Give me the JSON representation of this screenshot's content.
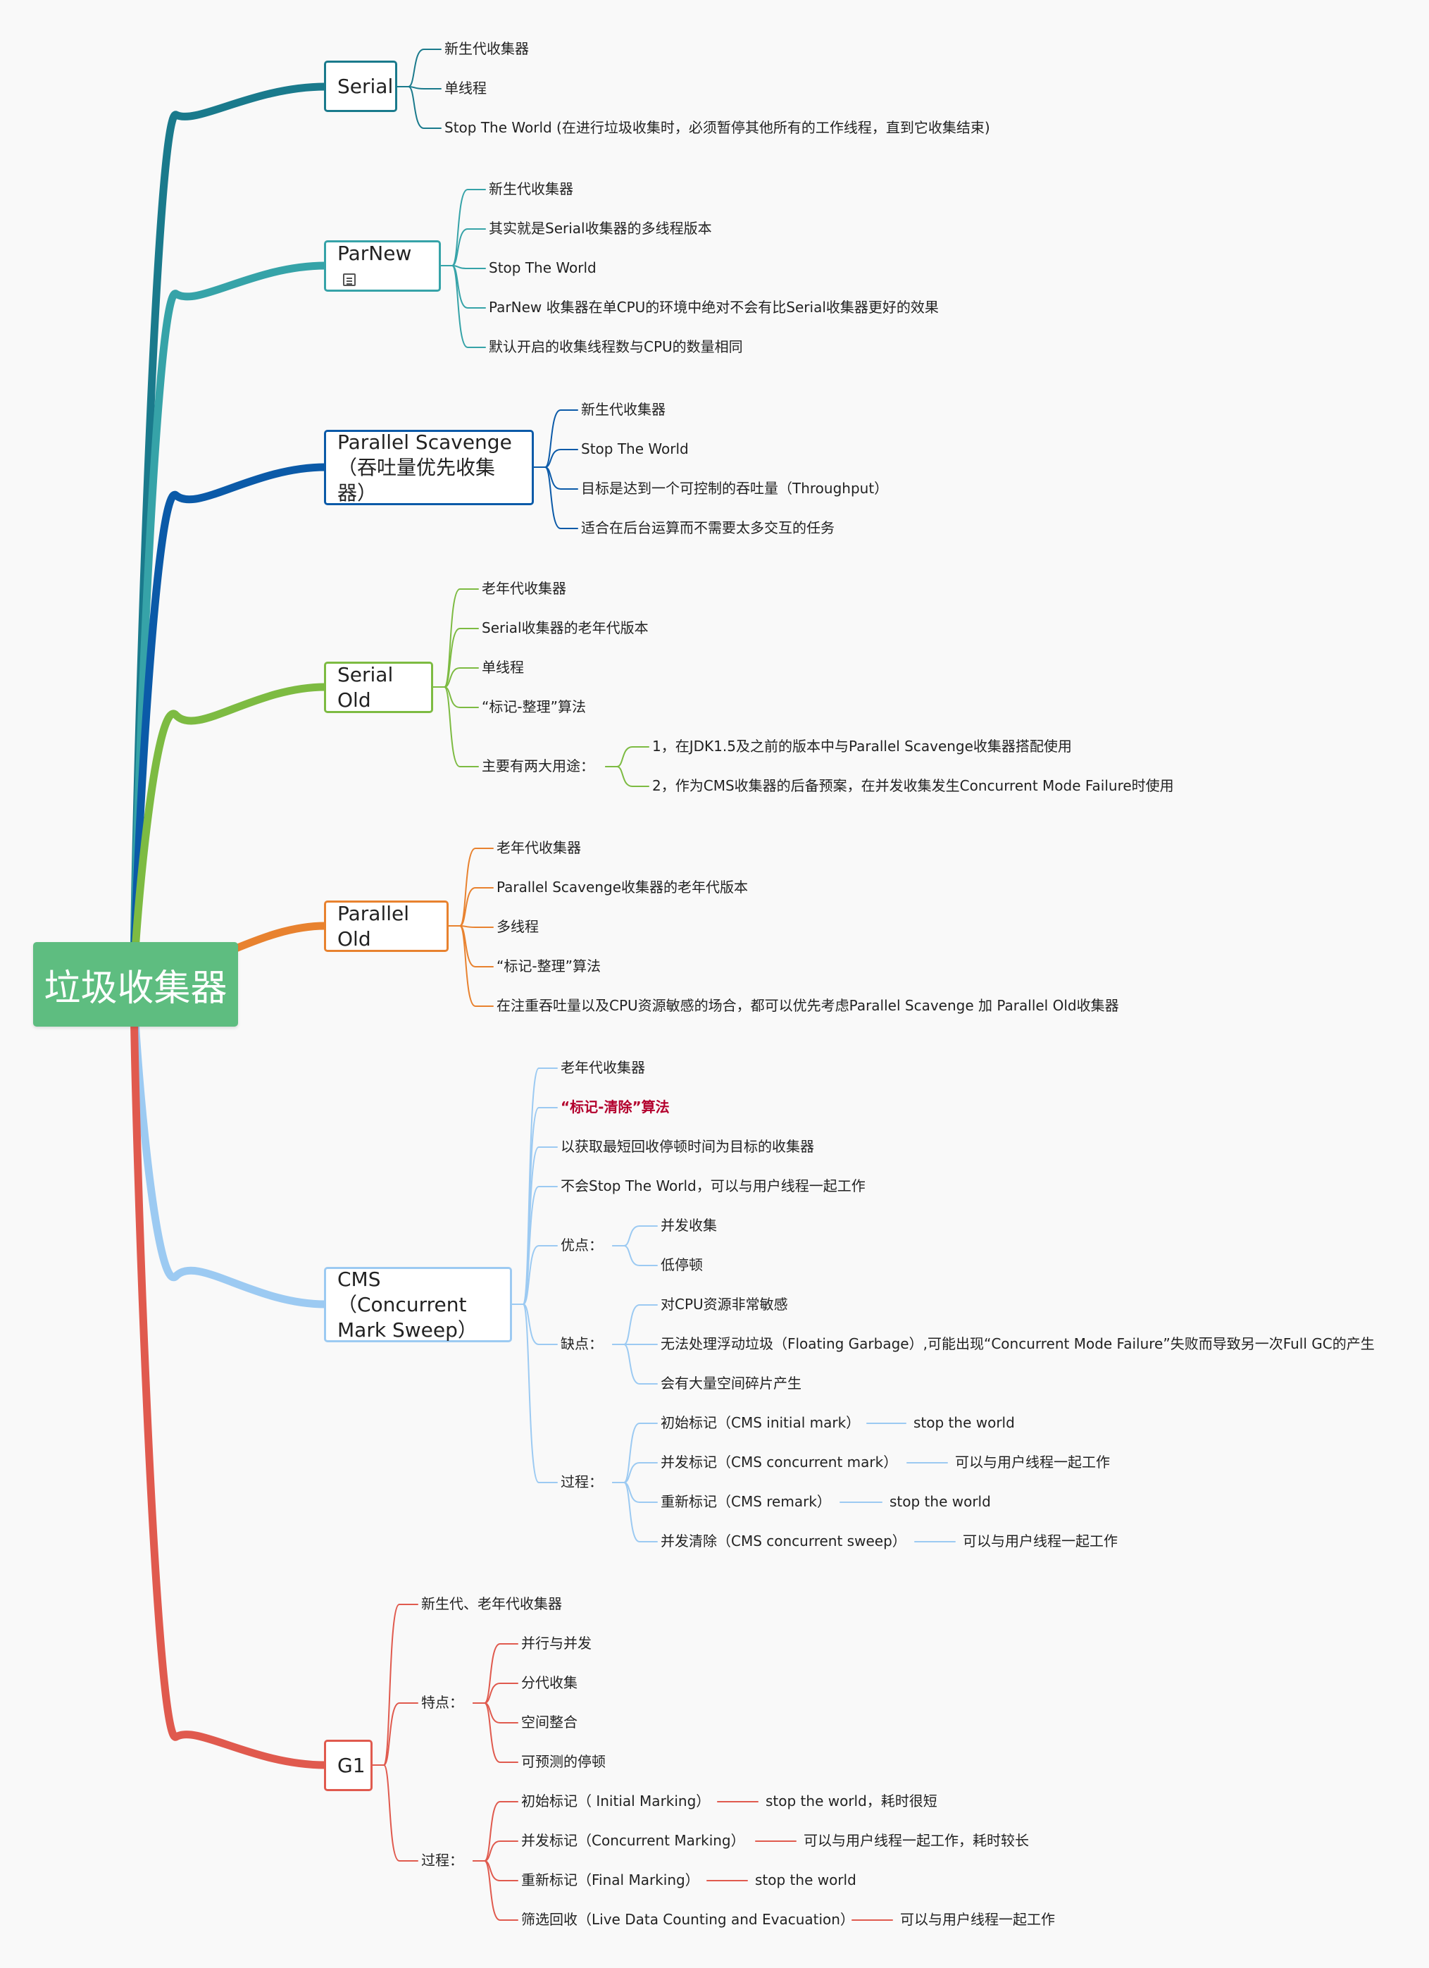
{
  "root": {
    "label": "垃圾收集器",
    "color": "#5ebd80"
  },
  "branches": [
    {
      "key": "serial",
      "label": "Serial",
      "color": "#1a7a8c",
      "leaves": [
        "新生代收集器",
        "单线程",
        "Stop The World (在进行垃圾收集时，必须暂停其他所有的工作线程，直到它收集结束)"
      ]
    },
    {
      "key": "parnew",
      "label": "ParNew",
      "color": "#36a3a8",
      "note_icon": "note-icon",
      "leaves": [
        "新生代收集器",
        "其实就是Serial收集器的多线程版本",
        "Stop The World",
        "ParNew 收集器在单CPU的环境中绝对不会有比Serial收集器更好的效果",
        "默认开启的收集线程数与CPU的数量相同"
      ]
    },
    {
      "key": "parallel-scavenge",
      "label_line1": "Parallel Scavenge",
      "label_line2": "（吞吐量优先收集器）",
      "color": "#0b5aa8",
      "leaves": [
        "新生代收集器",
        "Stop The World",
        "目标是达到一个可控制的吞吐量（Throughput）",
        "适合在后台运算而不需要太多交互的任务"
      ]
    },
    {
      "key": "serial-old",
      "label": "Serial Old",
      "color": "#7dbb42",
      "leaves": [
        "老年代收集器",
        "Serial收集器的老年代版本",
        "单线程",
        "“标记-整理”算法"
      ],
      "group": {
        "label": "主要有两大用途：",
        "items": [
          "1，在JDK1.5及之前的版本中与Parallel Scavenge收集器搭配使用",
          "2，作为CMS收集器的后备预案，在并发收集发生Concurrent Mode Failure时使用"
        ]
      }
    },
    {
      "key": "parallel-old",
      "label": "Parallel Old",
      "color": "#e8822f",
      "leaves": [
        "老年代收集器",
        "Parallel Scavenge收集器的老年代版本",
        "多线程",
        "“标记-整理”算法",
        "在注重吞吐量以及CPU资源敏感的场合，都可以优先考虑Parallel Scavenge 加 Parallel Old收集器"
      ]
    },
    {
      "key": "cms",
      "label_line1": "CMS（Concurrent",
      "label_line2": "Mark Sweep）",
      "color": "#9ccaf2",
      "leaves": [
        "老年代收集器",
        "“标记-清除”算法",
        "以获取最短回收停顿时间为目标的收集器",
        "不会Stop The World，可以与用户线程一起工作"
      ],
      "pros": {
        "label": "优点：",
        "items": [
          "并发收集",
          "低停顿"
        ]
      },
      "cons": {
        "label": "缺点：",
        "items": [
          "对CPU资源非常敏感",
          "无法处理浮动垃圾（Floating Garbage）,可能出现“Concurrent Mode Failure”失败而导致另一次Full GC的产生",
          "会有大量空间碎片产生"
        ]
      },
      "process": {
        "label": "过程：",
        "items": [
          {
            "step": "初始标记（CMS initial mark）",
            "note": "stop the world"
          },
          {
            "step": "并发标记（CMS concurrent mark）",
            "note": "可以与用户线程一起工作"
          },
          {
            "step": "重新标记（CMS remark）",
            "note": "stop the world"
          },
          {
            "step": "并发清除（CMS concurrent sweep）",
            "note": "可以与用户线程一起工作"
          }
        ]
      }
    },
    {
      "key": "g1",
      "label": "G1",
      "color": "#e05a4e",
      "leaves": [
        "新生代、老年代收集器"
      ],
      "features": {
        "label": "特点：",
        "items": [
          "并行与并发",
          "分代收集",
          "空间整合",
          "可预测的停顿"
        ]
      },
      "process": {
        "label": "过程：",
        "items": [
          {
            "step": "初始标记（ Initial Marking）",
            "note": "stop the world，耗时很短"
          },
          {
            "step": "并发标记（Concurrent Marking）",
            "note": "可以与用户线程一起工作，耗时较长"
          },
          {
            "step": "重新标记（Final Marking）",
            "note": "stop the world"
          },
          {
            "step": "筛选回收（Live Data Counting and Evacuation）",
            "note": "可以与用户线程一起工作"
          }
        ]
      }
    }
  ]
}
